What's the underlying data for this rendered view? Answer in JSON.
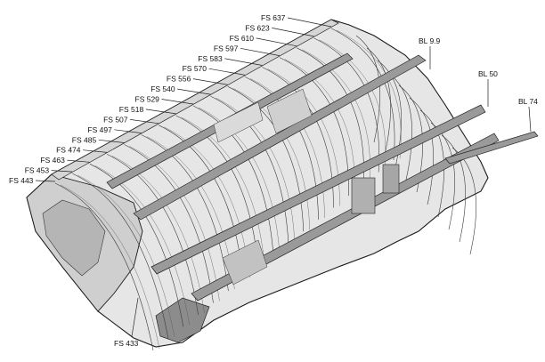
{
  "figure": {
    "fs_labels": [
      "FS 637",
      "FS 623",
      "FS 610",
      "FS 597",
      "FS 583",
      "FS 570",
      "FS 556",
      "FS 540",
      "FS 529",
      "FS 518",
      "FS 507",
      "FS 497",
      "FS 485",
      "FS 474",
      "FS 463",
      "FS 453",
      "FS 443"
    ],
    "bottom_label": "FS 433",
    "bl_labels": [
      "BL 9.9",
      "BL 50",
      "BL 74"
    ]
  },
  "colors": {
    "skin": "#e6e6e6",
    "skin_shadow": "#c9c9c9",
    "longeron": "#9a9a9a",
    "line": "#1a1a1a",
    "dark_panel": "#8c8c8c"
  }
}
